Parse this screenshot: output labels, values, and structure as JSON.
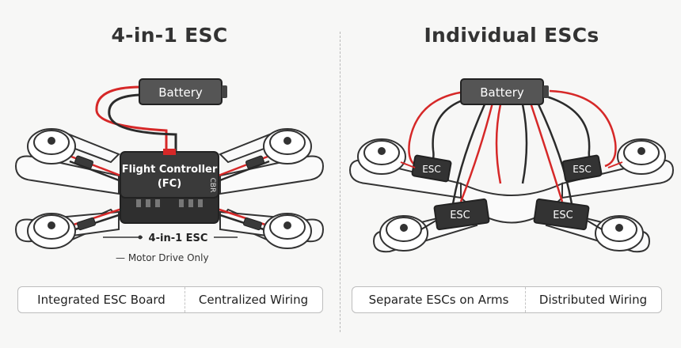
{
  "left": {
    "title": "4-in-1 ESC",
    "battery_label": "Battery",
    "fc_label_line1": "Flight Controller",
    "fc_label_line2": "(FC)",
    "board_mark": "CBR",
    "esc_label": "4-in-1 ESC",
    "note": "— Motor Drive Only",
    "tags": [
      "Integrated ESC Board",
      "Centralized Wiring"
    ]
  },
  "right": {
    "title": "Individual ESCs",
    "battery_label": "Battery",
    "esc_labels": [
      "ESC",
      "ESC",
      "ESC",
      "ESC"
    ],
    "tags": [
      "Separate ESCs on Arms",
      "Distributed Wiring"
    ]
  },
  "colors": {
    "wire_red": "#d62828",
    "wire_black": "#2b2b2b",
    "board_dark": "#3a3a3a",
    "frame_stroke": "#333333"
  }
}
